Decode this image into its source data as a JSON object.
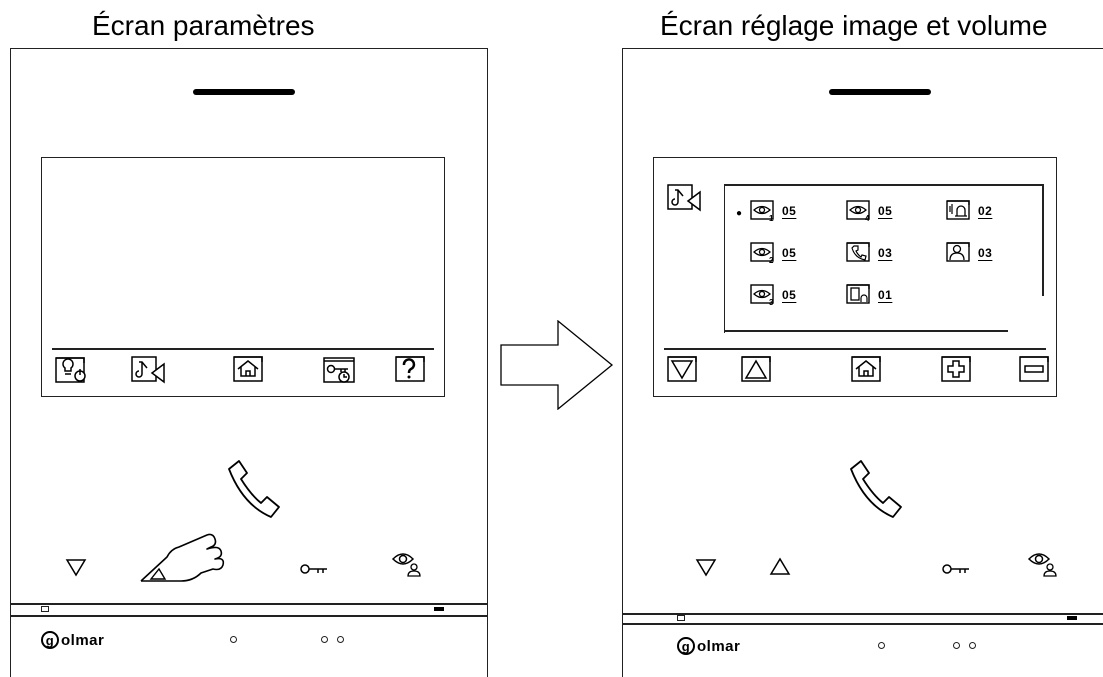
{
  "left_title": "Écran paramètres",
  "right_title": "Écran réglage image et volume",
  "brand": {
    "letter": "g",
    "name": "olmar"
  },
  "left_toolbar": [
    "light-power-icon",
    "melody-speaker-icon",
    "home-icon",
    "key-clock-icon",
    "help-icon"
  ],
  "right_toolbar": [
    "arrow-down-icon",
    "arrow-up-icon",
    "home-icon",
    "plus-icon",
    "minus-icon"
  ],
  "hardware_buttons_left": [
    "down-arrow-icon",
    "hand-pointer-icon",
    "key-icon",
    "eye-user-icon"
  ],
  "hardware_buttons_right": [
    "down-arrow-icon",
    "up-arrow-icon",
    "key-icon",
    "eye-user-icon"
  ],
  "settings": {
    "selected_indicator": "●",
    "rows": [
      [
        {
          "icon": "camera-1-icon",
          "sub": "1",
          "value": "05"
        },
        {
          "icon": "camera-4-icon",
          "sub": "4",
          "value": "05"
        },
        {
          "icon": "ring-bell-icon",
          "sub": "",
          "value": "02"
        }
      ],
      [
        {
          "icon": "camera-2-icon",
          "sub": "2",
          "value": "05"
        },
        {
          "icon": "handset-volume-icon",
          "sub": "",
          "value": "03"
        },
        {
          "icon": "user-call-icon",
          "sub": "",
          "value": "03"
        }
      ],
      [
        {
          "icon": "camera-3-icon",
          "sub": "3",
          "value": "05"
        },
        {
          "icon": "door-ring-icon",
          "sub": "",
          "value": "01"
        }
      ]
    ]
  }
}
